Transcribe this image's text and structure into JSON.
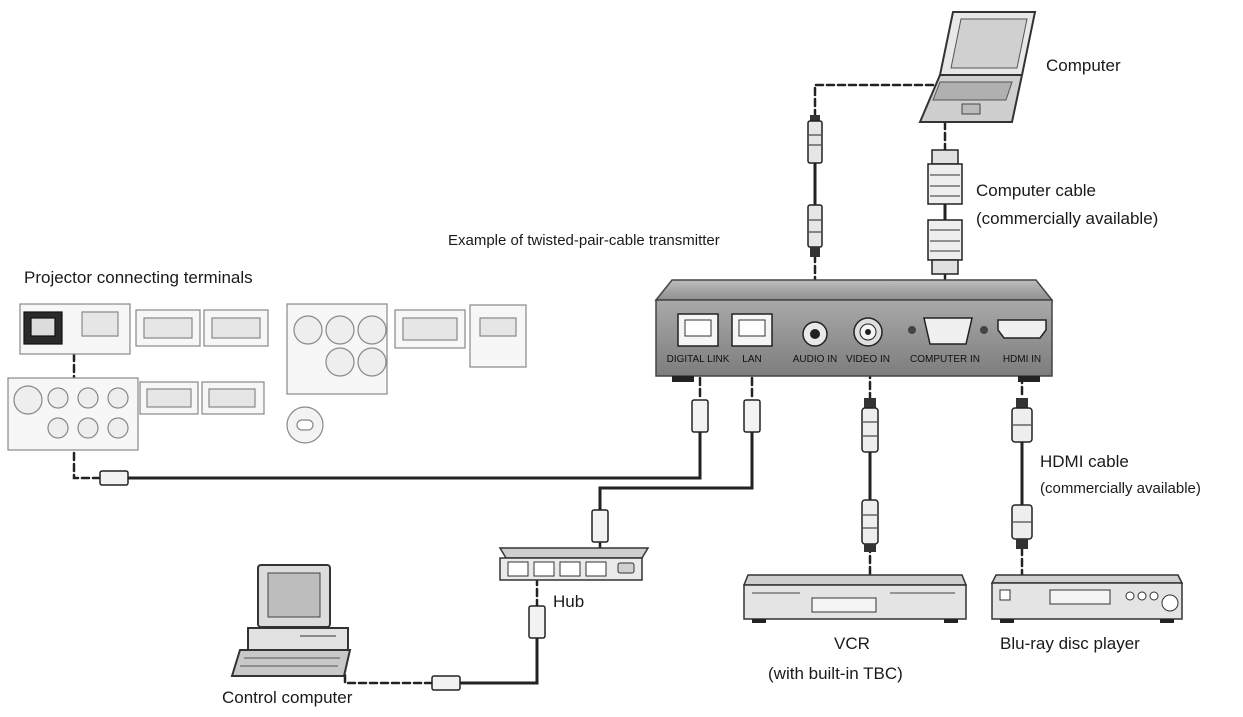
{
  "labels": {
    "computer": "Computer",
    "computer_cable_1": "Computer cable",
    "computer_cable_2": "(commercially available)",
    "transmitter": "Example of twisted-pair-cable transmitter",
    "projector_terminals": "Projector connecting terminals",
    "hdmi_cable_1": "HDMI cable",
    "hdmi_cable_2": "(commercially available)",
    "hub": "Hub",
    "vcr_1": "VCR",
    "vcr_2": "(with built-in TBC)",
    "bluray": "Blu-ray disc player",
    "control_computer": "Control computer"
  },
  "ports": {
    "digital_link": "DIGITAL LINK",
    "lan": "LAN",
    "audio_in": "AUDIO IN",
    "video_in": "VIDEO IN",
    "computer_in": "COMPUTER IN",
    "hdmi_in": "HDMI IN"
  }
}
